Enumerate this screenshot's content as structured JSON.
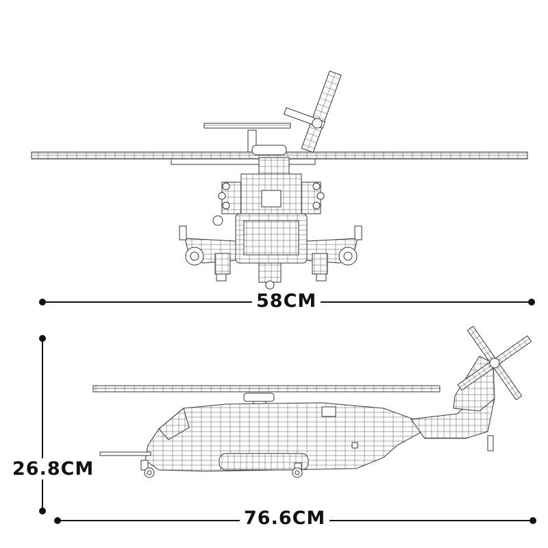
{
  "dimensions": {
    "width": "58CM",
    "height": "26.8CM",
    "length": "76.6CM"
  },
  "views": [
    "front-view",
    "side-view"
  ],
  "colors": {
    "line": "#333333",
    "background": "#ffffff",
    "dim_line": "#111111"
  }
}
